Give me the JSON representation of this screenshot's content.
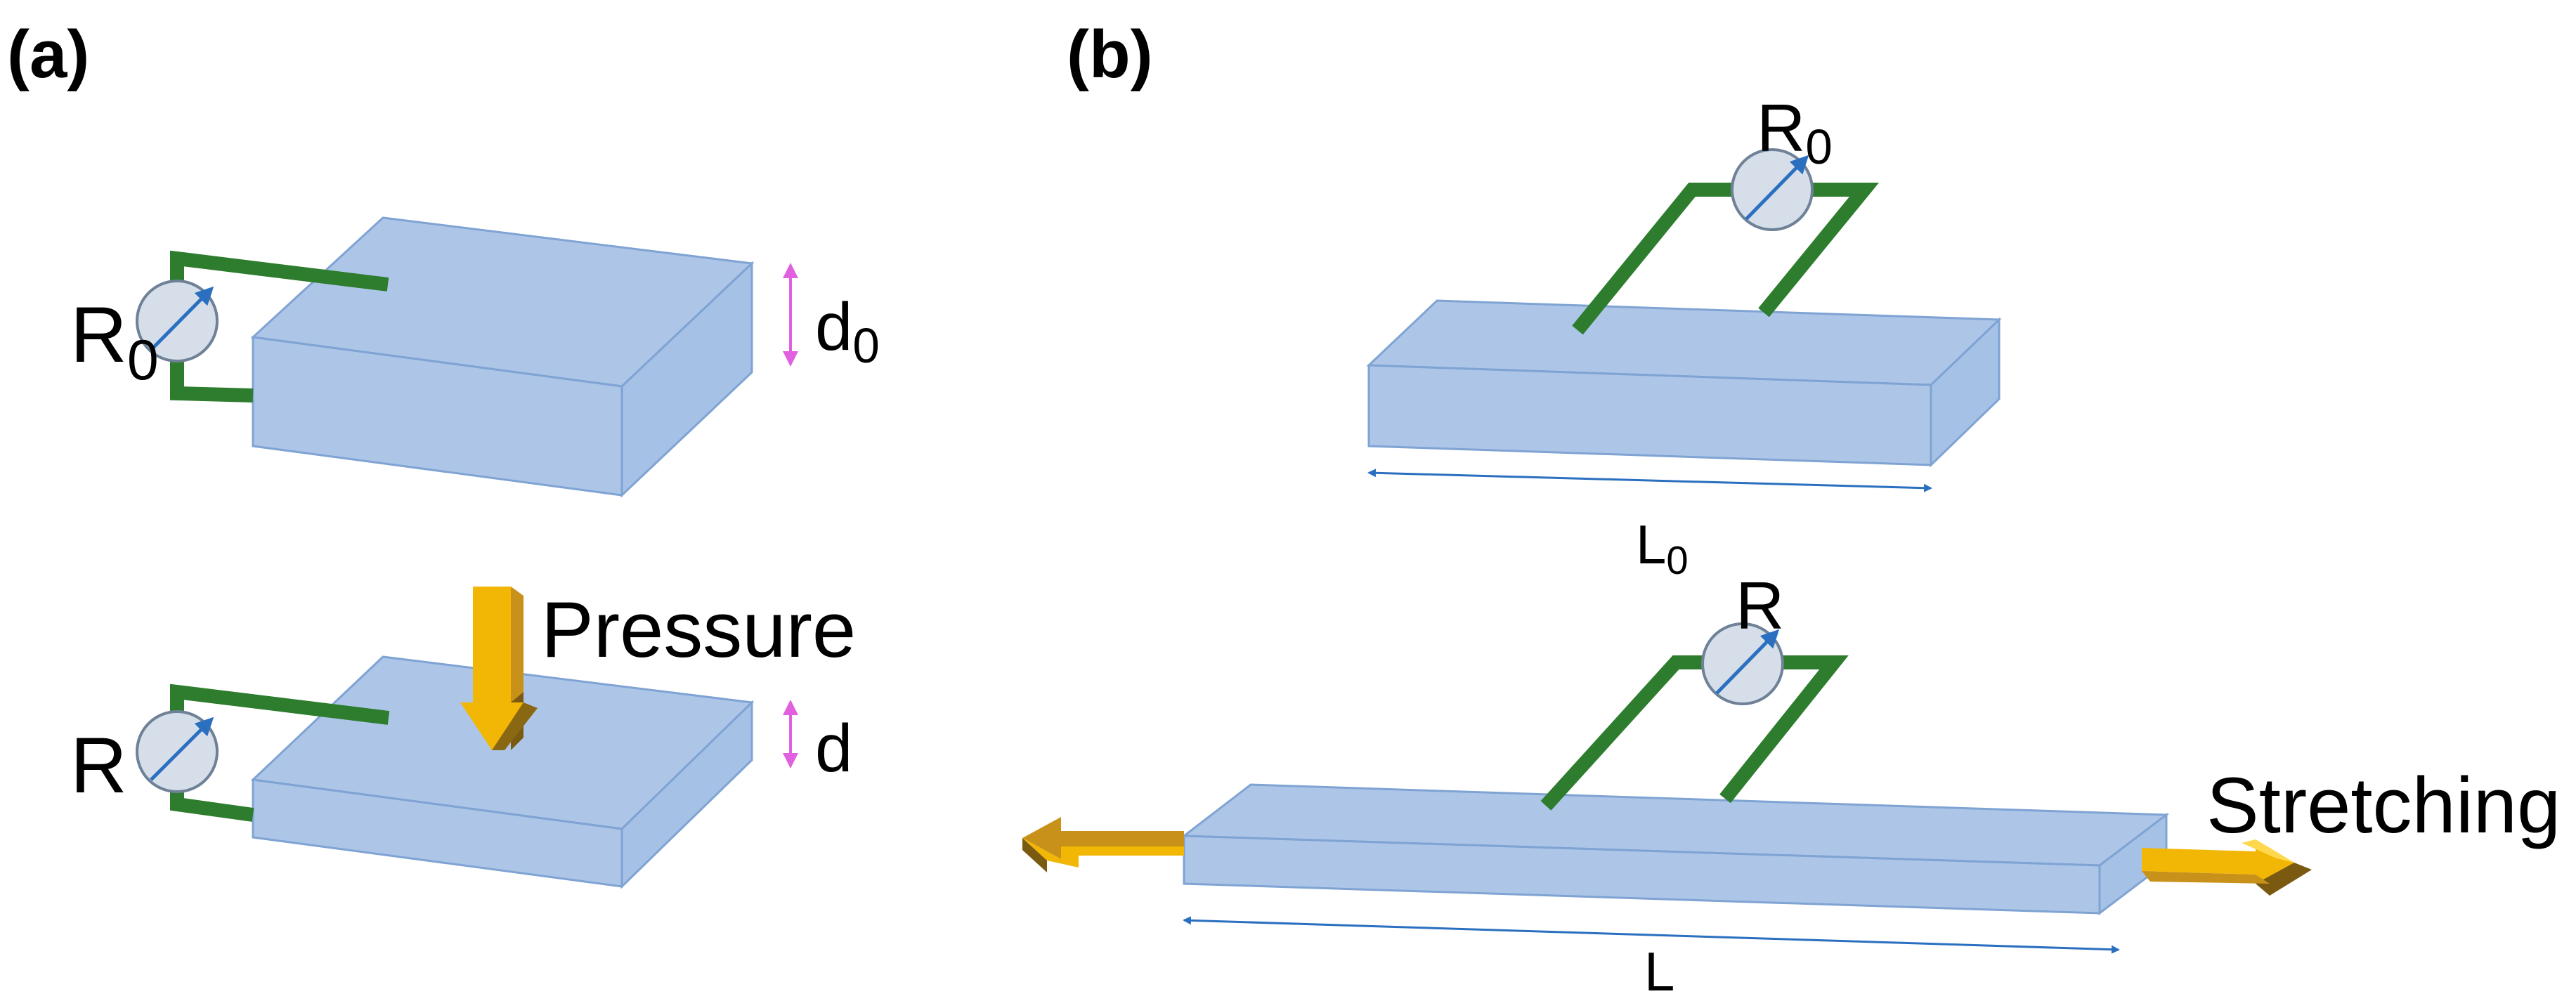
{
  "panel_a": {
    "label": "(a)",
    "top_resistance": {
      "symbol": "R",
      "subscript": "0"
    },
    "top_thickness": {
      "symbol": "d",
      "subscript": "0"
    },
    "bottom_resistance": {
      "symbol": "R"
    },
    "bottom_thickness": {
      "symbol": "d"
    },
    "force_label": "Pressure"
  },
  "panel_b": {
    "label": "(b)",
    "top_resistance": {
      "symbol": "R",
      "subscript": "0"
    },
    "top_length": {
      "symbol": "L",
      "subscript": "0"
    },
    "bottom_resistance": {
      "symbol": "R"
    },
    "bottom_length": {
      "symbol": "L"
    },
    "force_label": "Stretching"
  },
  "colors": {
    "block": "#adc6e8",
    "wire": "#2e7d2e",
    "arrow": "#f2b705",
    "dimension_blue": "#2a6fc0",
    "dimension_pink": "#e060e0"
  }
}
